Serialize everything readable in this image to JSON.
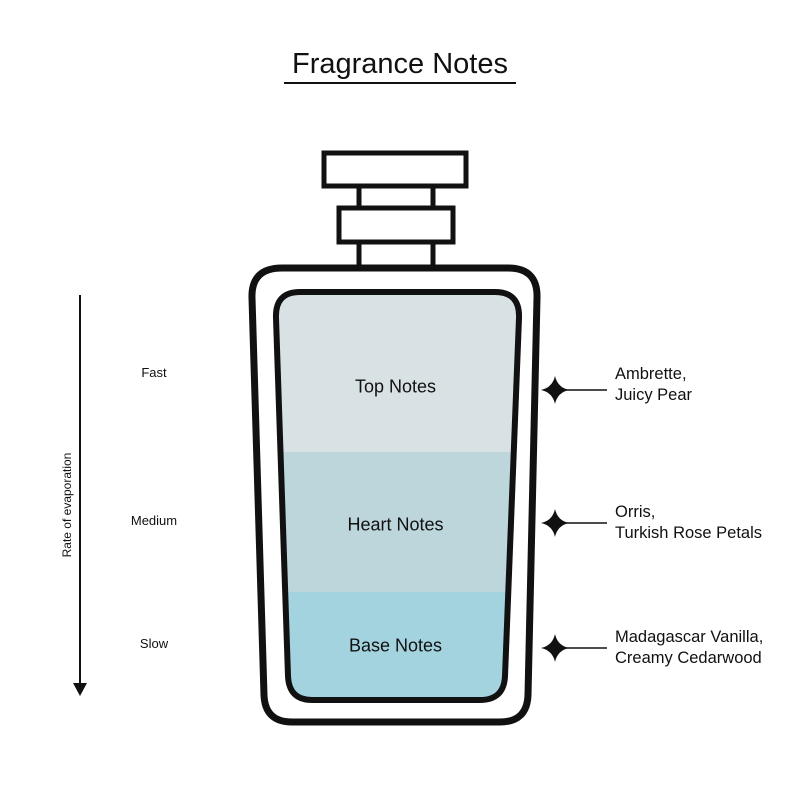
{
  "title": "Fragrance Notes",
  "axis_label": "Rate of evaporation",
  "rates": [
    {
      "label": "Fast",
      "color": "#d8e2e5"
    },
    {
      "label": "Medium",
      "color": "#bcd6dc"
    },
    {
      "label": "Slow",
      "color": "#a3d3de"
    }
  ],
  "notes": [
    {
      "label": "Top Notes",
      "line1": "Ambrette,",
      "line2": "Juicy Pear"
    },
    {
      "label": "Heart Notes",
      "line1": "Orris,",
      "line2": "Turkish Rose Petals"
    },
    {
      "label": "Base Notes",
      "line1": "Madagascar Vanilla,",
      "line2": "Creamy Cedarwood"
    }
  ]
}
